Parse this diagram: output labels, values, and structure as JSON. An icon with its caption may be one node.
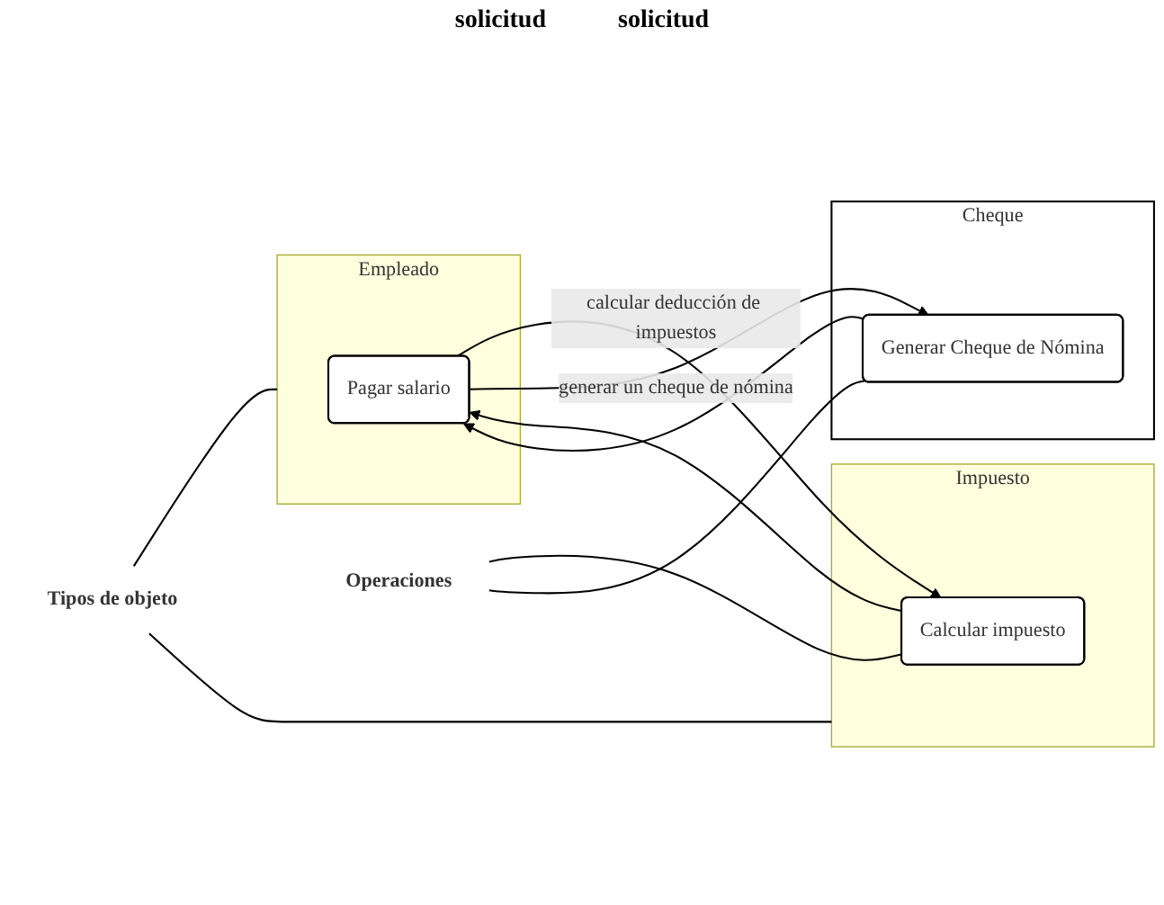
{
  "diagram": {
    "nodes": [
      {
        "text": [
          "Tipos de objeto"
        ]
      },
      {
        "text": [
          "Empleado"
        ]
      },
      {
        "text": [
          "Pagar salario"
        ],
        "in": 1
      },
      {
        "text": [
          "Impuesto"
        ]
      },
      {
        "text": [
          "Calcular impuesto"
        ],
        "in": 3
      },
      {
        "text": [
          "Cheque"
        ]
      },
      {
        "text": [
          "Generar Cheque de Nómina"
        ],
        "in": 5
      },
      {
        "text": [
          "Operaciones"
        ]
      }
    ],
    "edges": [
      {
        "from": 0,
        "to": 1,
        "arrow": "none"
      },
      {
        "from": 0,
        "to": 3,
        "arrow": "none"
      },
      {
        "from": 2,
        "to": 4,
        "arrow": "to",
        "label": "calcular deducción de impuestos"
      },
      {
        "from": 4,
        "to": 2,
        "arrow": "to"
      },
      {
        "from": 2,
        "to": 6,
        "arrow": "to",
        "label": "generar un cheque de nómina"
      },
      {
        "from": 6,
        "to": 2,
        "arrow": "to"
      },
      {
        "from": 7,
        "to": 4,
        "arrow": "none"
      },
      {
        "from": 7,
        "to": 6,
        "arrow": "none"
      }
    ],
    "labels": [
      "solicitud",
      "solicitud"
    ]
  }
}
